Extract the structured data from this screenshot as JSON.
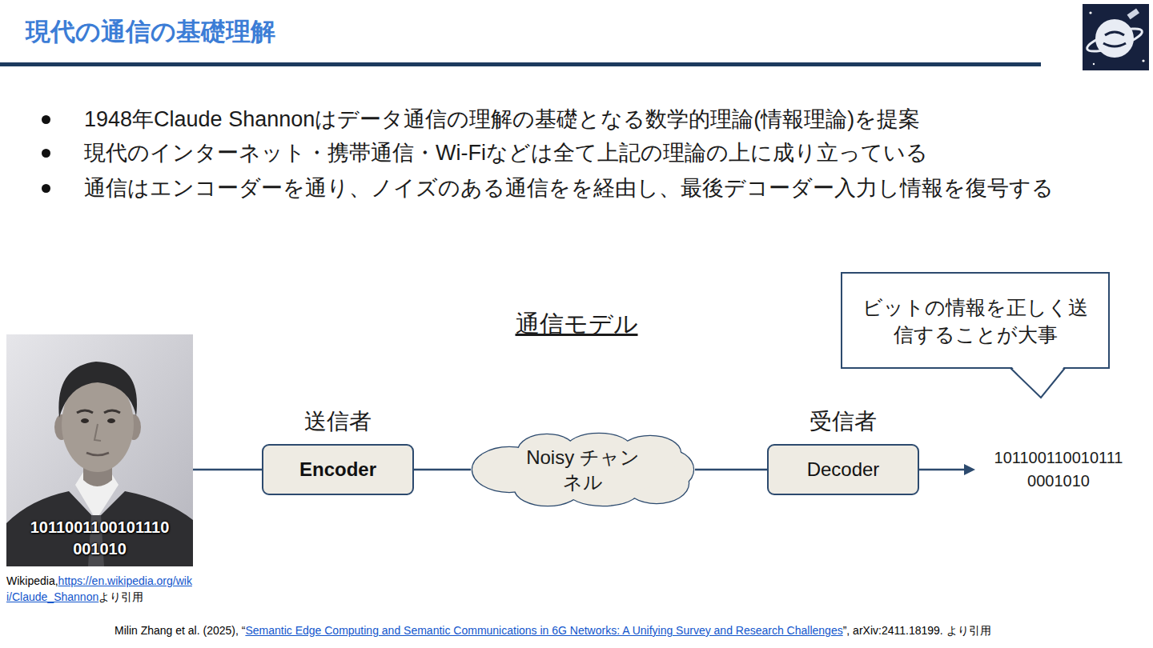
{
  "diagram": {
    "title": "現代の通信の基礎理解",
    "nodes": [
      {
        "text": [
          "1011001100101110 001010"
        ]
      },
      {
        "text": [
          "送信者",
          "Encoder"
        ]
      },
      {
        "text": [
          "Noisy チャンネル"
        ]
      },
      {
        "text": [
          "受信者",
          "Decoder"
        ]
      },
      {
        "text": [
          "ビットの情報を正しく送信することが大事"
        ]
      }
    ],
    "edges": [
      {
        "from": 0,
        "to": 1,
        "arrow": "none"
      },
      {
        "from": 1,
        "to": 2,
        "arrow": "none"
      },
      {
        "from": 2,
        "to": 3,
        "arrow": "none"
      }
    ],
    "labels": [
      "1948年Claude Shannonはデータ通信の理解の基礎となる数学的理論(情報理論)を提案",
      "現代のインターネット・携帯通信・Wi-Fiなどは全て上記の理論の上に成り立っている",
      "通信はエンコーダーを通り、ノイズのある通信をを経由し、最後デコーダー入力し情報を復号する",
      "通信モデル",
      "101100110010111 0001010",
      "Wikipedia,",
      "https://en.wikipedia.org/wiki/Claude_Shannon",
      "より引用",
      "Milin Zhang et al. (2025), “",
      "Semantic Edge Computing and Semantic Communications in 6G Networks: A Unifying Survey and Research Challenges",
      "”, arXiv:2411.18199. より引用"
    ]
  }
}
